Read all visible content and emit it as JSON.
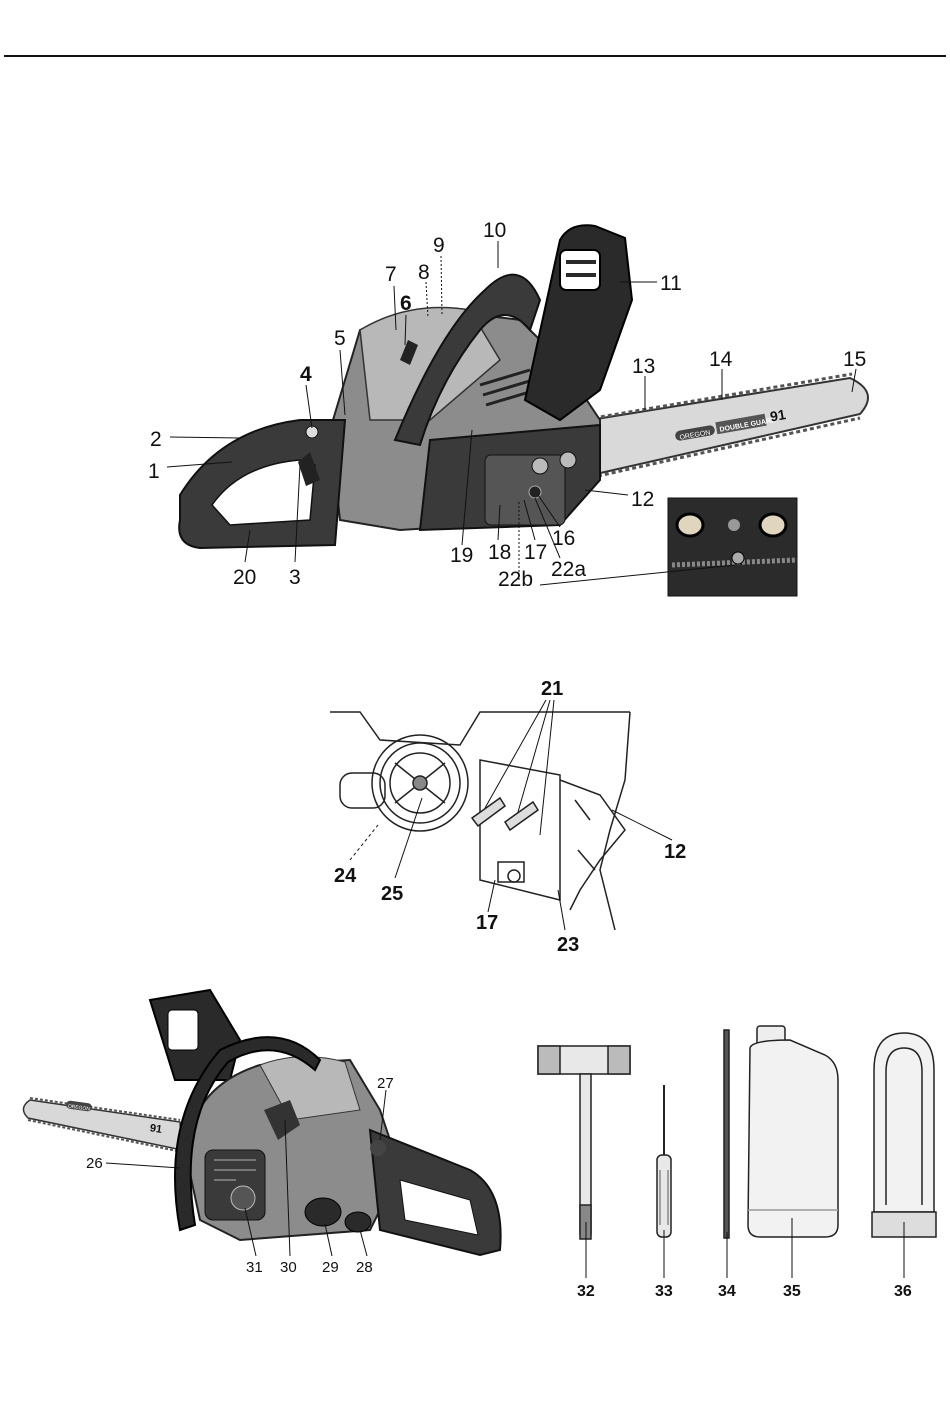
{
  "figure_main": {
    "labels": [
      "1",
      "2",
      "3",
      "4",
      "5",
      "6",
      "7",
      "8",
      "9",
      "10",
      "11",
      "12",
      "13",
      "14",
      "15",
      "16",
      "17",
      "18",
      "19",
      "20",
      "22a",
      "22b"
    ],
    "bar_text": "DOUBLE GUARD",
    "bar_number": "91",
    "bar_brand": "OREGON"
  },
  "figure_detail": {
    "labels": [
      "21",
      "12",
      "24",
      "25",
      "17",
      "23"
    ]
  },
  "figure_rear": {
    "labels": [
      "26",
      "27",
      "28",
      "29",
      "30",
      "31"
    ],
    "bar_brand": "OREGON",
    "bar_number": "91"
  },
  "figure_accessories": {
    "labels": [
      "32",
      "33",
      "34",
      "35",
      "36"
    ]
  },
  "colors": {
    "body_gray": "#8c8c8c",
    "dark": "#2a2a2a",
    "bar": "#d8d8d8"
  }
}
